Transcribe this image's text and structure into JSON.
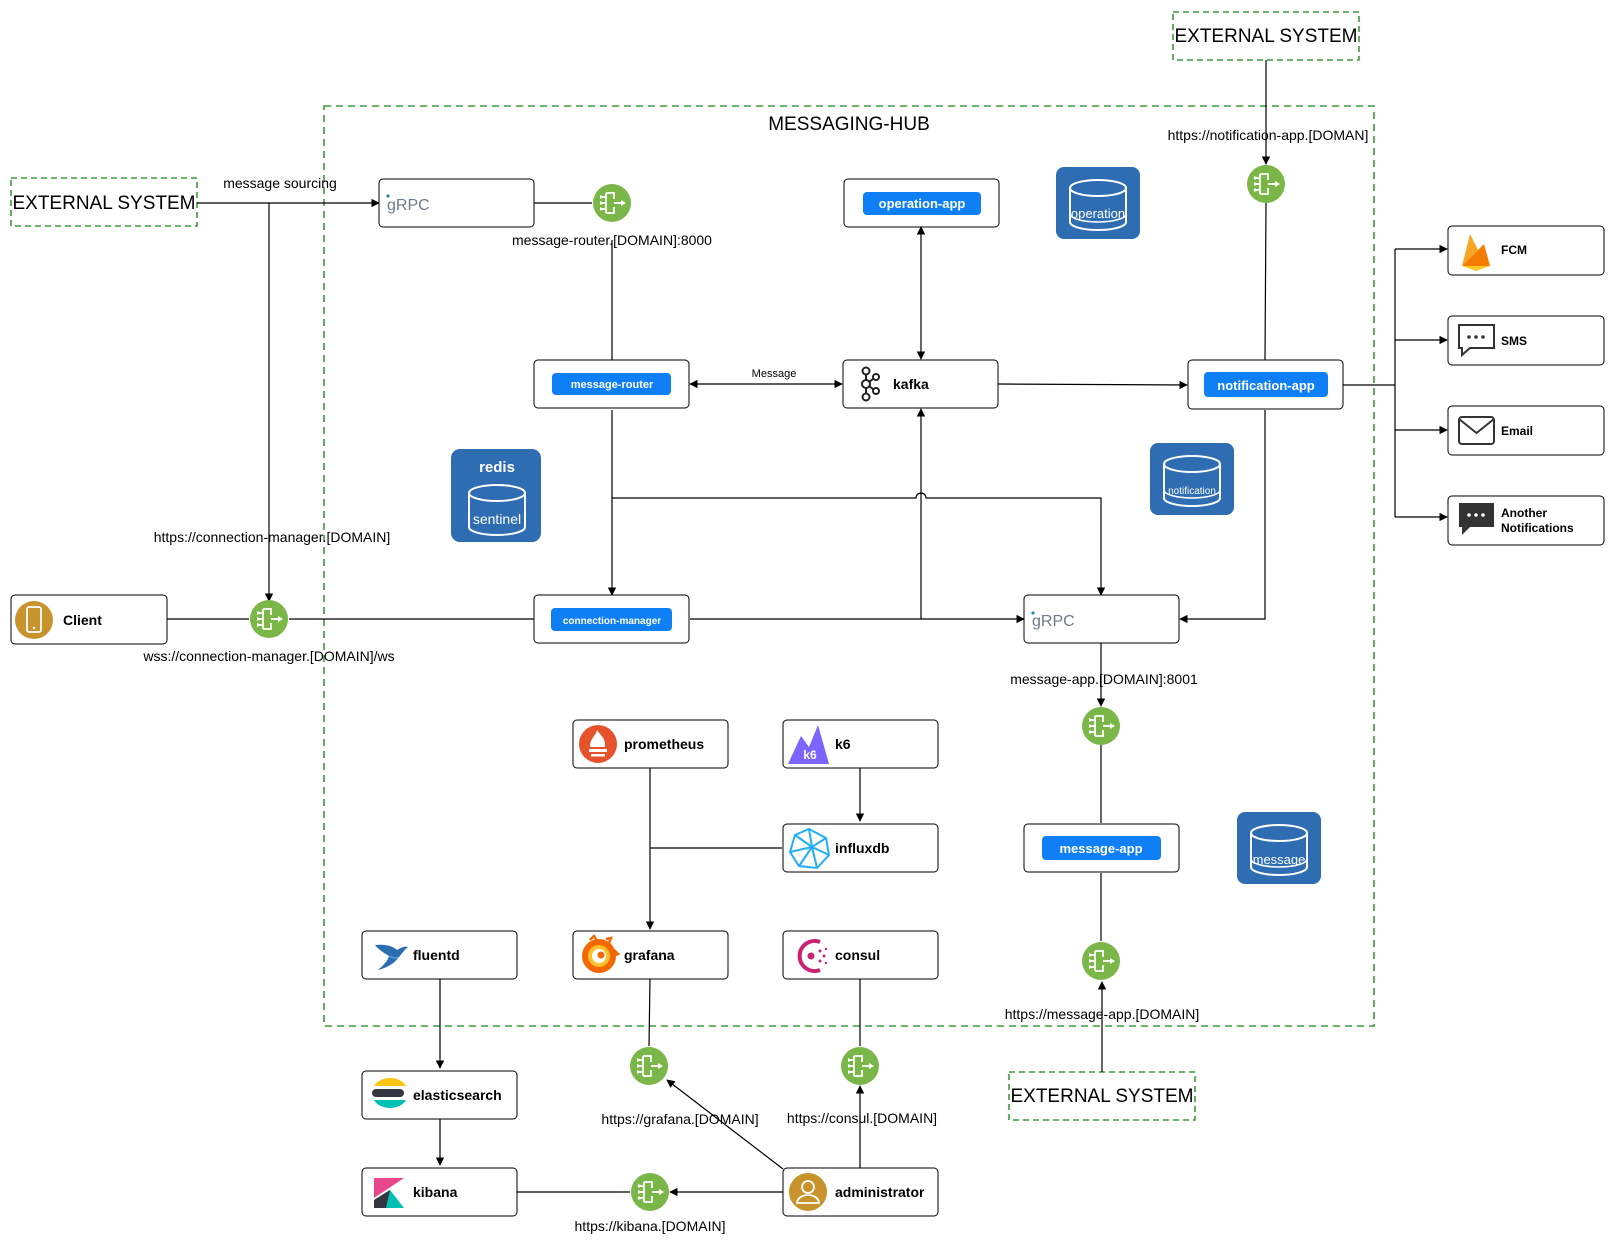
{
  "title": "MESSAGING-HUB",
  "external_systems": {
    "top": "EXTERNAL SYSTEM",
    "left": "EXTERNAL SYSTEM",
    "bottom": "EXTERNAL SYSTEM"
  },
  "nodes": {
    "grpc_top": "gRPC",
    "grpc_mid": "gRPC",
    "operation_app": "operation-app",
    "message_router": "message-router",
    "kafka": "kafka",
    "notification_app": "notification-app",
    "connection_manager": "connection-manager",
    "message_app": "message-app",
    "client": "Client",
    "prometheus": "prometheus",
    "k6": "k6",
    "influxdb": "influxdb",
    "fluentd": "fluentd",
    "grafana": "grafana",
    "consul": "consul",
    "elasticsearch": "elasticsearch",
    "kibana": "kibana",
    "administrator": "administrator",
    "fcm": "FCM",
    "sms": "SMS",
    "email": "Email",
    "another_line1": "Another",
    "another_line2": "Notifications"
  },
  "databases": {
    "operation": "operation",
    "notification": "notification",
    "message": "message",
    "redis_title": "redis",
    "redis_sentinel": "sentinel"
  },
  "edge_labels": {
    "message_sourcing": "message sourcing",
    "message_router_endpoint": "message-router.[DOMAIN]:8000",
    "notification_endpoint": "https://notification-app.[DOMAN]",
    "message_label": "Message",
    "connection_manager_https": "https://connection-manager.[DOMAIN]",
    "connection_manager_wss": "wss://connection-manager.[DOMAIN]/ws",
    "message_app_port": "message-app.[DOMAIN]:8001",
    "message_app_https": "https://message-app.[DOMAIN]",
    "grafana_https": "https://grafana.[DOMAIN]",
    "consul_https": "https://consul.[DOMAIN]",
    "kibana_https": "https://kibana.[DOMAIN]"
  },
  "colors": {
    "container_border": "#3b9a3b",
    "pill_blue": "#0f7ff5",
    "db_blue": "#2f6db3",
    "gateway_green": "#7ab648"
  }
}
